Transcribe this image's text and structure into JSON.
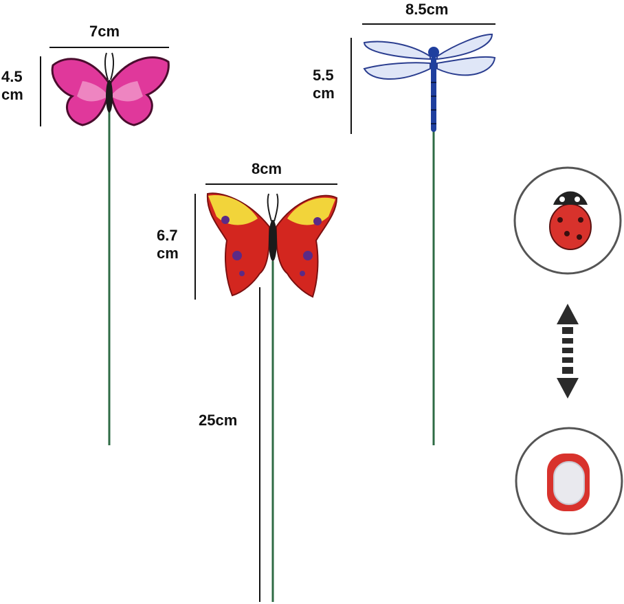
{
  "dimensions": {
    "pink_butterfly": {
      "width": "7cm",
      "height_line1": "4.5",
      "height_line2": "cm"
    },
    "red_butterfly": {
      "width": "8cm",
      "height_line1": "6.7",
      "height_line2": "cm"
    },
    "dragonfly": {
      "width": "8.5cm",
      "height_line1": "5.5",
      "height_line2": "cm"
    },
    "stake_length": "25cm"
  },
  "colors": {
    "stem": "#2e6b44",
    "pink_wing": "#e0389b",
    "red_wing": "#d3261f",
    "yellow_accent": "#f2d43a",
    "dragonfly_body": "#1f3f9e",
    "ladybug_red": "#d8322c",
    "circle_border": "#555555",
    "arrow": "#2b2b2b"
  },
  "icons": [
    "double-arrow-icon"
  ]
}
